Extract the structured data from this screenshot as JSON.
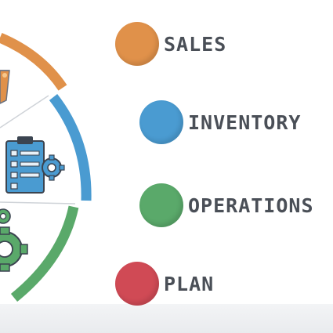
{
  "legend": {
    "items": [
      {
        "label": "SALES",
        "color": "#e0914a"
      },
      {
        "label": "INVENTORY",
        "color": "#4a9bd1"
      },
      {
        "label": "OPERATIONS",
        "color": "#5aa96a"
      },
      {
        "label": "PLAN",
        "color": "#d04a55"
      }
    ]
  },
  "wheel": {
    "colors": {
      "sales": "#e0914a",
      "inventory": "#4a9bd1",
      "operations": "#5aa96a",
      "outline": "#6b7280"
    },
    "icons": [
      "trophy-icon",
      "clipboard-icon",
      "gear-icon"
    ]
  }
}
